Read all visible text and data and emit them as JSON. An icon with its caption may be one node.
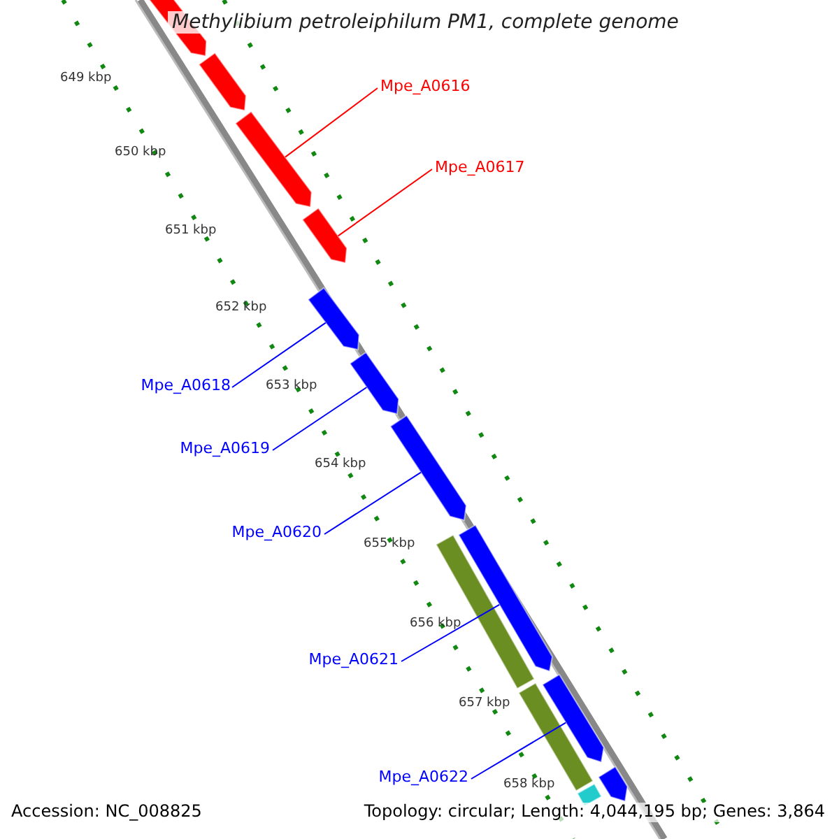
{
  "diagram": {
    "title": "Methylibium petroleiphilum PM1, complete genome",
    "nodes": [
      {
        "text": [
          "Mpe_A0616"
        ]
      },
      {
        "text": [
          "Mpe_A0617"
        ]
      },
      {
        "text": [
          "Mpe_A0618"
        ]
      },
      {
        "text": [
          "Mpe_A0619"
        ]
      },
      {
        "text": [
          "Mpe_A0620"
        ]
      },
      {
        "text": [
          "Mpe_A0621"
        ]
      },
      {
        "text": [
          "Mpe_A0622"
        ]
      },
      {
        "text": [],
        "shape": "arrow"
      },
      {
        "text": [],
        "shape": "arrow"
      },
      {
        "text": [],
        "shape": "arrow"
      },
      {
        "text": [],
        "shape": "arrow"
      },
      {
        "text": [],
        "shape": "arrow"
      },
      {
        "text": [],
        "shape": "arrow"
      },
      {
        "text": [],
        "shape": "arrow"
      },
      {
        "text": [],
        "shape": "bar"
      },
      {
        "text": [],
        "shape": "arrow"
      },
      {
        "text": [],
        "shape": "bar"
      },
      {
        "text": [],
        "shape": "arrow"
      },
      {
        "text": [],
        "shape": "bar"
      },
      {
        "text": [],
        "shape": "arrow"
      }
    ],
    "edges": [
      {
        "from": 0,
        "to": 9,
        "arrow": "none",
        "color": "#ff0000"
      },
      {
        "from": 1,
        "to": 10,
        "arrow": "none",
        "color": "#ff0000"
      },
      {
        "from": 2,
        "to": 11,
        "arrow": "none"
      },
      {
        "from": 3,
        "to": 12,
        "arrow": "none"
      },
      {
        "from": 4,
        "to": 13,
        "arrow": "none"
      },
      {
        "from": 5,
        "to": 15,
        "arrow": "none"
      },
      {
        "from": 6,
        "to": 17,
        "arrow": "none"
      }
    ],
    "labels": [
      "649 kbp",
      "650 kbp",
      "651 kbp",
      "652 kbp",
      "653 kbp",
      "654 kbp",
      "655 kbp",
      "656 kbp",
      "657 kbp",
      "658 kbp",
      "Accession: NC_008825",
      "Topology: circular; Length: 4,044,195 bp; Genes: 3,864"
    ]
  }
}
